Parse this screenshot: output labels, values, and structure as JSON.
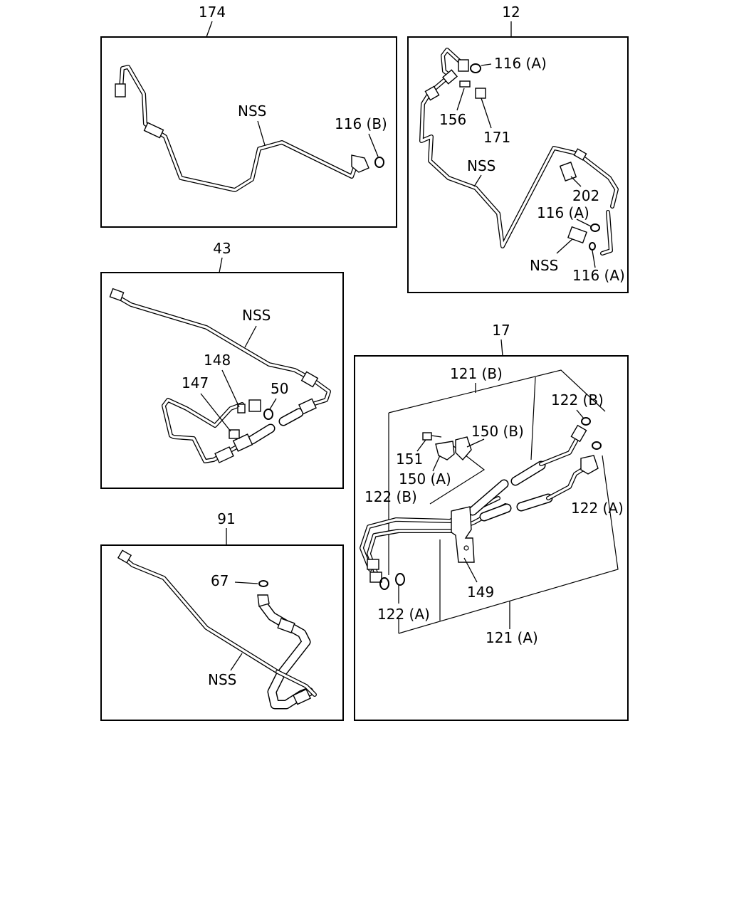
{
  "diagram": {
    "groups": [
      {
        "id": "174",
        "labels": [
          "NSS",
          "116 (B)"
        ]
      },
      {
        "id": "12",
        "labels": [
          "116 (A)",
          "156",
          "171",
          "NSS",
          "202",
          "116 (A)",
          "NSS",
          "116 (A)"
        ]
      },
      {
        "id": "43",
        "labels": [
          "NSS",
          "148",
          "147",
          "50"
        ]
      },
      {
        "id": "17",
        "labels": [
          "121 (B)",
          "122 (B)",
          "150 (B)",
          "151",
          "150 (A)",
          "122 (B)",
          "122 (A)",
          "149",
          "122 (A)",
          "121 (A)"
        ]
      },
      {
        "id": "91",
        "labels": [
          "67",
          "NSS"
        ]
      }
    ]
  }
}
